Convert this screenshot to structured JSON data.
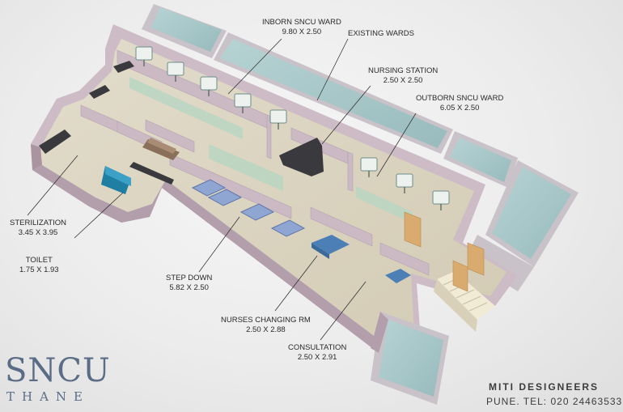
{
  "labels": {
    "inborn": {
      "name": "INBORN SNCU WARD",
      "dims": "9.80 X 2.50"
    },
    "existing": {
      "name": "EXISTING WARDS"
    },
    "nursing": {
      "name": "NURSING STATION",
      "dims": "2.50 X 2.50"
    },
    "outborn": {
      "name": "OUTBORN SNCU WARD",
      "dims": "6.05 X 2.50"
    },
    "sterilization": {
      "name": "STERILIZATION",
      "dims": "3.45 X 3.95"
    },
    "toilet": {
      "name": "TOILET",
      "dims": "1.75 X 1.93"
    },
    "stepdown": {
      "name": "STEP DOWN",
      "dims": "5.82 X 2.50"
    },
    "changing": {
      "name": "NURSES CHANGING RM",
      "dims": "2.50 X 2.88"
    },
    "consultation": {
      "name": "CONSULTATION",
      "dims": "2.50 X 2.91"
    }
  },
  "brand": {
    "title": "SNCU",
    "subtitle": "THANE"
  },
  "firm": {
    "name": "MITI DESIGNEERS",
    "contact": "PUNE. TEL: 020 24463533"
  },
  "colors": {
    "wall": "#cdbcc6",
    "wall_dark": "#b39fac",
    "floor": "#dcd6c3",
    "existing_ward": "#a9c9ca",
    "partition_glass": "#b9d6c2",
    "cabinet": "#3a3a3e",
    "brand": "#5b6d86"
  }
}
